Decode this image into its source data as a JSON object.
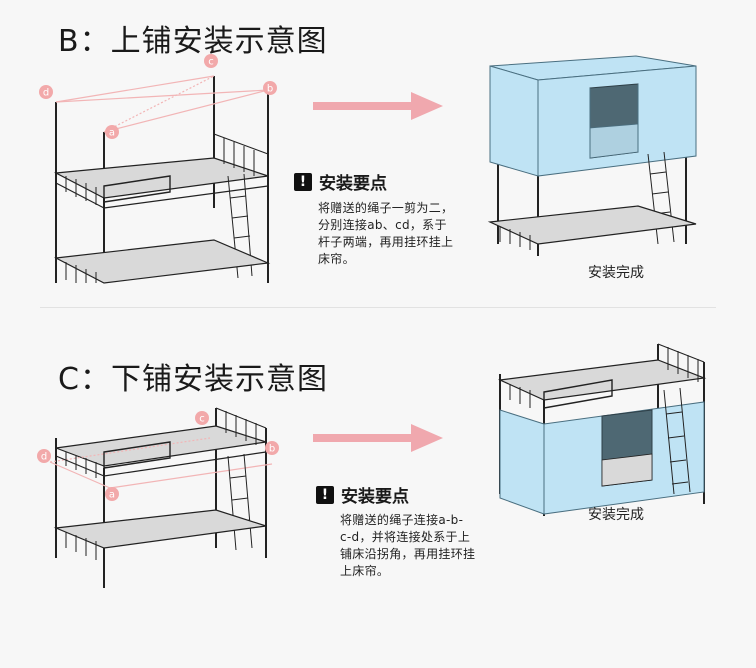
{
  "section_b": {
    "title": "B：上铺安装示意图",
    "tips_title": "安装要点",
    "tips_body": "将赠送的绳子一剪为二，\n分别连接ab、cd，系于\n杆子两端，再用挂环挂上\n床帘。",
    "done_label": "安装完成",
    "points": [
      "a",
      "b",
      "c",
      "d"
    ]
  },
  "section_c": {
    "title": "C：下铺安装示意图",
    "tips_title": "安装要点",
    "tips_body": "将赠送的绳子连接a-b-\nc-d，并将连接处系于上\n铺床沿拐角，再用挂环挂\n上床帘。",
    "done_label": "安装完成",
    "points": [
      "a",
      "b",
      "c",
      "d"
    ]
  },
  "icons": {
    "warning": "!",
    "arrow": "right-arrow-icon"
  },
  "colors": {
    "curtain": "#bfe3f4",
    "curtain_stroke": "#4a6f80",
    "opening": "#4e6873",
    "arrow": "#f0a8ae",
    "point": "#f2a9aa",
    "frame": "#222222",
    "deck": "#d9d9d9"
  }
}
